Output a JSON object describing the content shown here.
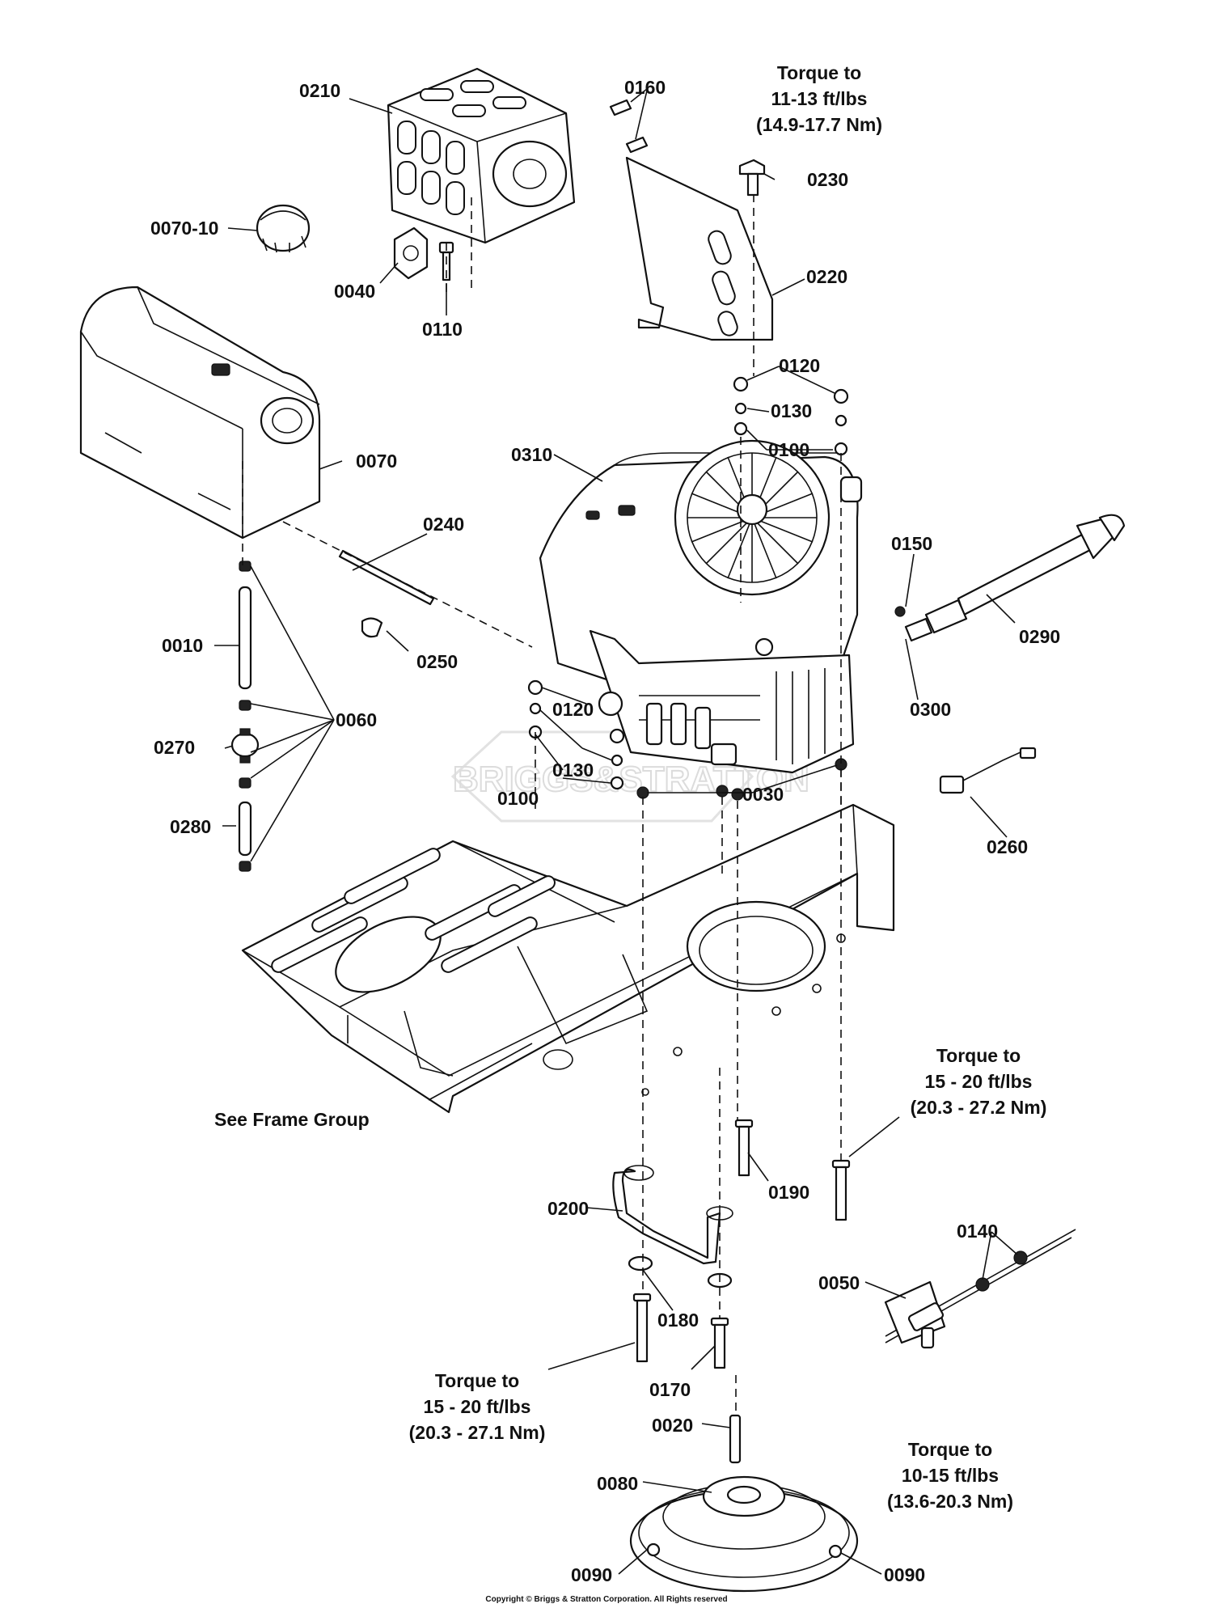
{
  "diagram": {
    "watermark": "BRIGGS&STRATTON",
    "copyright": "Copyright © Briggs & Stratton Corporation. All Rights reserved",
    "labels": {
      "p0210": "0210",
      "p0160": "0160",
      "p0230": "0230",
      "p0220": "0220",
      "p0070_10": "0070-10",
      "p0040": "0040",
      "p0110": "0110",
      "p0070": "0070",
      "p0120a": "0120",
      "p0130a": "0130",
      "p0100a": "0100",
      "p0310": "0310",
      "p0240": "0240",
      "p0150": "0150",
      "p0290": "0290",
      "p0010": "0010",
      "p0250": "0250",
      "p0060": "0060",
      "p0300": "0300",
      "p0120b": "0120",
      "p0270": "0270",
      "p0130b": "0130",
      "p0100b": "0100",
      "p0030": "0030",
      "p0280": "0280",
      "p0260": "0260",
      "p0190": "0190",
      "p0200": "0200",
      "p0140": "0140",
      "p0050": "0050",
      "p0180": "0180",
      "p0170": "0170",
      "p0020": "0020",
      "p0080": "0080",
      "p0090a": "0090",
      "p0090b": "0090",
      "see_frame": "See Frame Group"
    },
    "torque_notes": {
      "top": [
        "Torque to",
        "11-13 ft/lbs",
        "(14.9-17.7 Nm)"
      ],
      "right": [
        "Torque to",
        "15 - 20 ft/lbs",
        "(20.3 - 27.2 Nm)"
      ],
      "bottom_left": [
        "Torque to",
        "15 - 20 ft/lbs",
        "(20.3 - 27.1 Nm)"
      ],
      "bottom_right": [
        "Torque to",
        "10-15 ft/lbs",
        "(13.6-20.3 Nm)"
      ]
    }
  }
}
